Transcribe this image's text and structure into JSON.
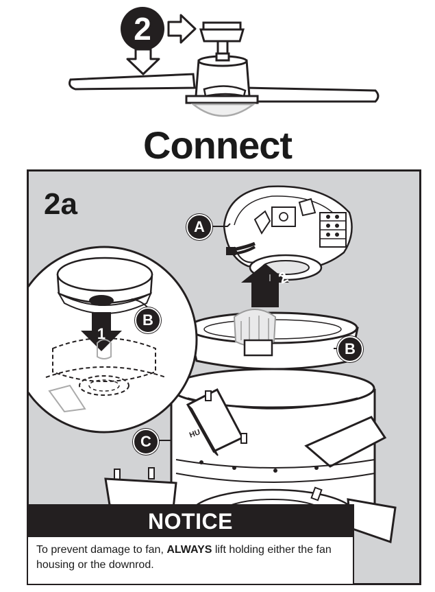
{
  "header": {
    "step_number": "2",
    "title": "Connect"
  },
  "panel": {
    "substep_label": "2a",
    "inset_arrow_number": "1",
    "main_arrow_number": "2",
    "callouts": {
      "a": "A",
      "b_inset": "B",
      "b_main": "B",
      "c": "C"
    },
    "housing_label": "HU"
  },
  "notice": {
    "heading": "NOTICE",
    "text_before": "To prevent damage to fan, ",
    "text_bold": "ALWAYS",
    "text_after": " lift holding either the fan housing or the downrod."
  },
  "colors": {
    "ink": "#231f20",
    "panel_gray": "#d2d3d5",
    "light_gray": "#c9cacc",
    "white": "#ffffff"
  },
  "icons": [
    "down-arrow-icon",
    "right-arrow-icon",
    "up-arrow-icon",
    "magnifier-circle-icon"
  ]
}
